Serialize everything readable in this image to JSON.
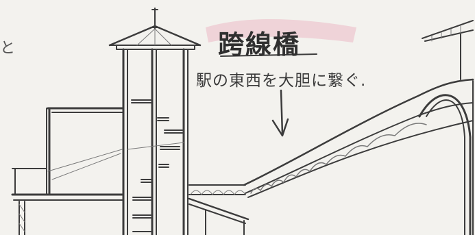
{
  "sketch": {
    "title": "跨線橋",
    "caption": "駅の東西を大胆に繋ぐ.",
    "margin_mark": "と",
    "colors": {
      "paper": "#f3f2ee",
      "pencil": "#3c3c3c",
      "highlight": "#e79aae"
    },
    "arrow_icon": "down-arrow-icon"
  }
}
